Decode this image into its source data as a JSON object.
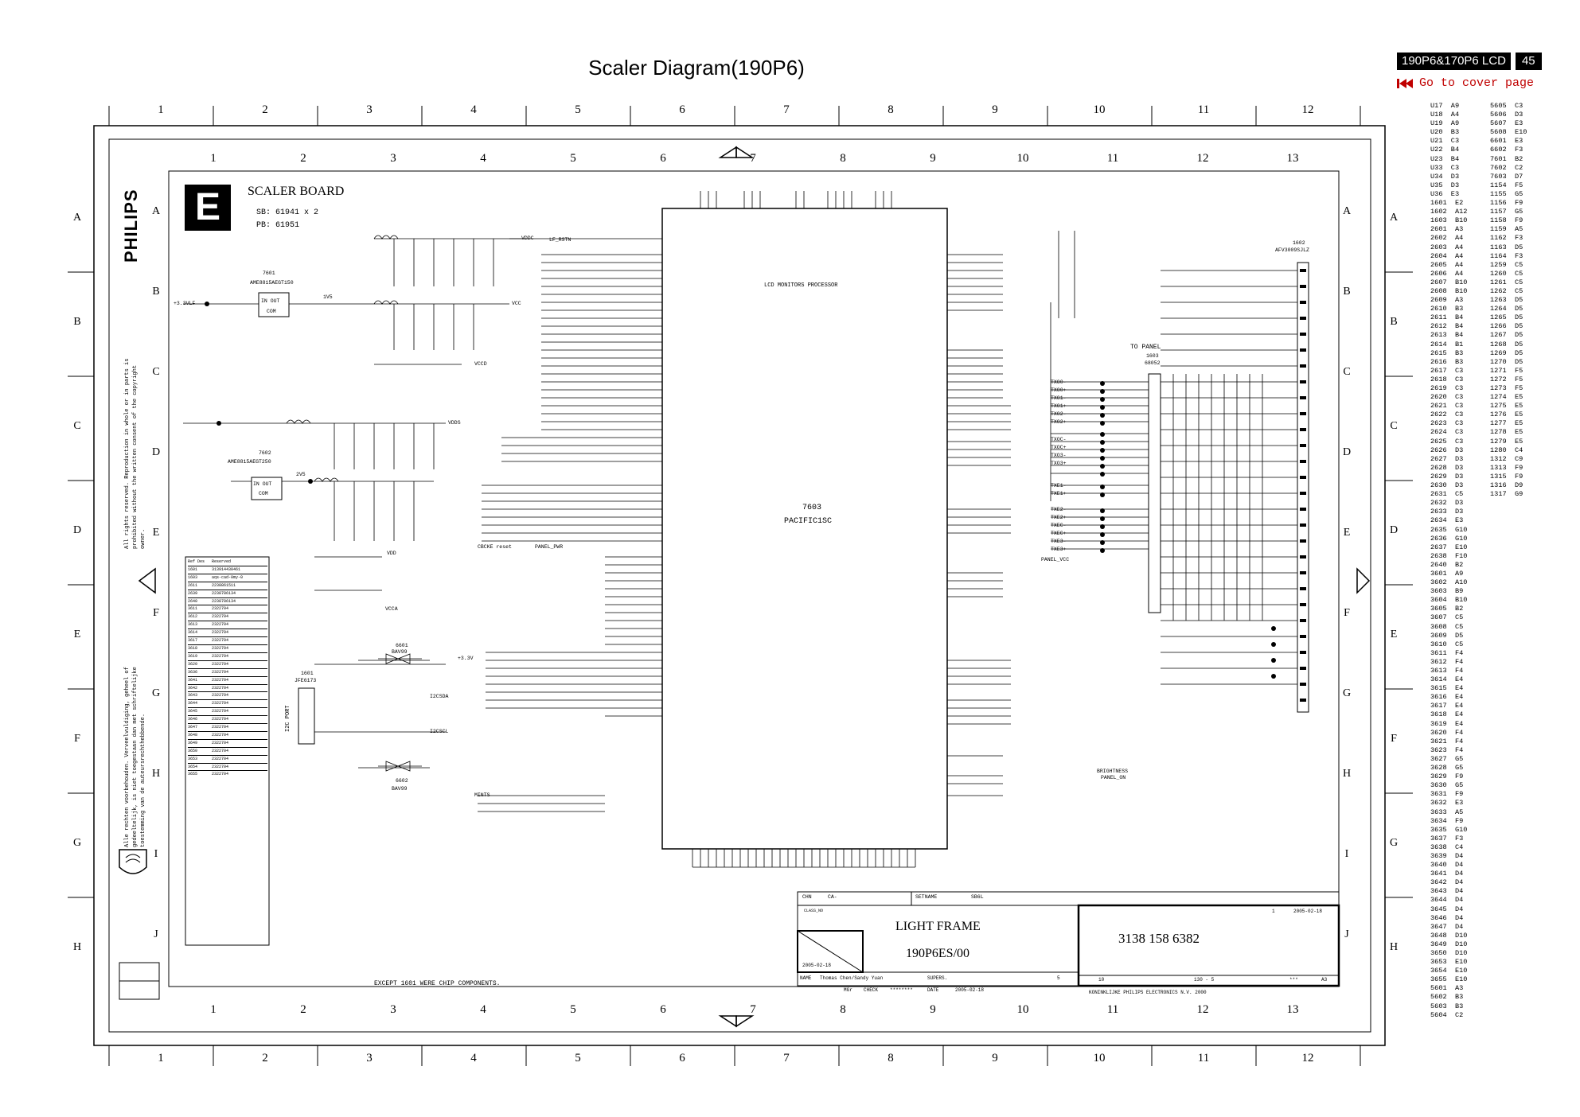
{
  "header": {
    "title": "Scaler Diagram(190P6)",
    "model_label": "190P6&170P6 LCD",
    "page_number": "45",
    "cover_link": "Go to cover page"
  },
  "grid": {
    "outer_numbers": [
      "1",
      "2",
      "3",
      "4",
      "5",
      "6",
      "7",
      "8",
      "9",
      "10",
      "11",
      "12"
    ],
    "inner_numbers": [
      "1",
      "2",
      "3",
      "4",
      "5",
      "6",
      "7",
      "8",
      "9",
      "10",
      "11",
      "12",
      "13"
    ],
    "outer_letters": [
      "A",
      "B",
      "C",
      "D",
      "E",
      "F",
      "G",
      "H"
    ],
    "inner_letters": [
      "A",
      "B",
      "C",
      "D",
      "E",
      "F",
      "G",
      "H",
      "I",
      "J"
    ]
  },
  "board": {
    "letter": "E",
    "name": "SCALER BOARD",
    "sb": "SB: 61941 x 2",
    "pb": "PB: 61951",
    "brand": "PHILIPS",
    "chip_note": "EXCEPT 1601  WERE CHIP COMPONENTS."
  },
  "copyright": {
    "en": "All rights reserved. Reproduction in whole or in parts is prohibited without the written consent of the copyright owner.",
    "nl": "Alle rechten voorbehouden. Verveelvuldiging, geheel of gedeeltelijk, is niet toegestaan dan met schriftelijke toestemming van de auteursrechthebbende."
  },
  "main_ic": {
    "ref": "7603",
    "part": "PACIFIC1SC",
    "function": "LCD MONITORS PROCESSOR"
  },
  "regulators": [
    {
      "ref": "7601",
      "part": "AME8815AEGT150",
      "pins": "IN   OUT",
      "com": "COM"
    },
    {
      "ref": "7602",
      "part": "AME8815AEGT250",
      "pins": "IN   OUT",
      "com": "COM"
    }
  ],
  "rails": [
    "+3.3VLF",
    "1V5",
    "VCC",
    "VCCD",
    "VDDS",
    "2V5",
    "VDD",
    "VCCA",
    "VDDC",
    "+3.3V",
    "PANEL_VCC"
  ],
  "connectors": {
    "panel": {
      "ref": "1603",
      "part": "68052",
      "label": "TO  PANEL"
    },
    "right": {
      "ref": "1602",
      "part": "AFV3009SJLZ"
    },
    "i2c": {
      "ref": "1601",
      "part": "JFE6173",
      "label": "I2C PORT"
    }
  },
  "diodes": [
    {
      "ref": "6601",
      "part": "BAV99"
    },
    {
      "ref": "6602",
      "part": "BAV99"
    }
  ],
  "signals": {
    "tx_a": [
      "TXO0-",
      "TXO0+",
      "TXO1-",
      "TXO1+",
      "TXO2-",
      "TXO2+"
    ],
    "tx_b": [
      "TXOC-",
      "TXOC+",
      "TXO3-",
      "TXO3+"
    ],
    "tx_c": [
      "TXE1-",
      "TXE1+"
    ],
    "tx_d": [
      "TXE2-",
      "TXE2+",
      "TXEC-",
      "TXEC+",
      "TXE3-",
      "TXE3+"
    ],
    "misc": [
      "I2CSDA",
      "I2CSCL",
      "MINTS",
      "BRIGHTNESS",
      "PANEL_ON",
      "CBCKE reset",
      "PANEL_PWR",
      "LF_RSTN"
    ]
  },
  "title_block": {
    "chn": "CHN",
    "ca": "CA-",
    "setname_label": "SETNAME",
    "setname_code": "SB6L",
    "class": "CLASS_NO",
    "frame": "LIGHT FRAME",
    "model": "190P6ES/00",
    "date": "2005-02-18",
    "name_label": "NAME",
    "names": "Thomas Chen/Sandy Yuan",
    "supers": "SUPERS.",
    "check": "CHECK",
    "check_value": "********",
    "date_label": "DATE",
    "date2": "2005-02-18",
    "drawing_number": "3138 158 6382",
    "sheet": "1",
    "sheet_date": "2005-02-18",
    "company": "KONINKLIJKE PHILIPS ELECTRONICS N.V. 2000",
    "size": "A3",
    "fold": "10",
    "scale": "130 - 5",
    "stars": "***",
    "five": "5",
    "mgr": "MGr"
  },
  "bom_table": {
    "header": [
      "Ref Des",
      "Reserved"
    ],
    "rows": [
      [
        "1601",
        "313914430461"
      ],
      [
        "1603",
        "aqs-cad-0my-0"
      ],
      [
        "2611",
        "2238861511"
      ],
      [
        "2639",
        "2238786134"
      ],
      [
        "2640",
        "2238786134"
      ],
      [
        "3611",
        "2322704"
      ],
      [
        "3612",
        "2322704"
      ],
      [
        "3613",
        "2322704"
      ],
      [
        "3614",
        "2322704"
      ],
      [
        "3617",
        "2322704"
      ],
      [
        "3618",
        "2322704"
      ],
      [
        "3619",
        "2322704"
      ],
      [
        "3620",
        "2322704"
      ],
      [
        "3636",
        "2322704"
      ],
      [
        "3641",
        "2322704"
      ],
      [
        "3642",
        "2322704"
      ],
      [
        "3643",
        "2322704"
      ],
      [
        "3644",
        "2322704"
      ],
      [
        "3645",
        "2322704"
      ],
      [
        "3646",
        "2322704"
      ],
      [
        "3647",
        "2322704"
      ],
      [
        "3648",
        "2322704"
      ],
      [
        "3649",
        "2322704"
      ],
      [
        "3650",
        "2322704"
      ],
      [
        "3653",
        "2322704"
      ],
      [
        "3654",
        "2322704"
      ],
      [
        "3655",
        "2322704"
      ]
    ]
  },
  "index": [
    [
      "U17  A9",
      "5605  C3"
    ],
    [
      "U18  A4",
      "5606  D3"
    ],
    [
      "U19  A9",
      "5607  E3"
    ],
    [
      "U20  B3",
      "5608  E10"
    ],
    [
      "U21  C3",
      "6601  E3"
    ],
    [
      "U22  B4",
      "6602  F3"
    ],
    [
      "U23  B4",
      "7601  B2"
    ],
    [
      "U33  C3",
      "7602  C2"
    ],
    [
      "U34  D3",
      "7603  D7"
    ],
    [
      "U35  D3",
      "1154  F5"
    ],
    [
      "U36  E3",
      "1155  G5"
    ],
    [
      "1601  E2",
      "1156  F9"
    ],
    [
      "1602  A12",
      "1157  G5"
    ],
    [
      "1603  B10",
      "1158  F9"
    ],
    [
      "2601  A3",
      "1159  A5"
    ],
    [
      "2602  A4",
      "1162  F3"
    ],
    [
      "2603  A4",
      "1163  D5"
    ],
    [
      "2604  A4",
      "1164  F3"
    ],
    [
      "2605  A4",
      "1259  C5"
    ],
    [
      "2606  A4",
      "1260  C5"
    ],
    [
      "2607  B10",
      "1261  C5"
    ],
    [
      "2608  B10",
      "1262  C5"
    ],
    [
      "2609  A3",
      "1263  D5"
    ],
    [
      "2610  B3",
      "1264  D5"
    ],
    [
      "2611  B4",
      "1265  D5"
    ],
    [
      "2612  B4",
      "1266  D5"
    ],
    [
      "2613  B4",
      "1267  D5"
    ],
    [
      "2614  B1",
      "1268  D5"
    ],
    [
      "2615  B3",
      "1269  D5"
    ],
    [
      "2616  B3",
      "1270  D5"
    ],
    [
      "2617  C3",
      "1271  F5"
    ],
    [
      "2618  C3",
      "1272  F5"
    ],
    [
      "2619  C3",
      "1273  F5"
    ],
    [
      "2620  C3",
      "1274  E5"
    ],
    [
      "2621  C3",
      "1275  E5"
    ],
    [
      "2622  C3",
      "1276  E5"
    ],
    [
      "2623  C3",
      "1277  E5"
    ],
    [
      "2624  C3",
      "1278  E5"
    ],
    [
      "2625  C3",
      "1279  E5"
    ],
    [
      "2626  D3",
      "1280  C4"
    ],
    [
      "2627  D3",
      "1312  C9"
    ],
    [
      "2628  D3",
      "1313  F9"
    ],
    [
      "2629  D3",
      "1315  F9"
    ],
    [
      "2630  D3",
      "1316  D9"
    ],
    [
      "2631  C5",
      "1317  G9"
    ],
    [
      "2632  D3",
      ""
    ],
    [
      "2633  D3",
      ""
    ],
    [
      "2634  E3",
      ""
    ],
    [
      "2635  G10",
      ""
    ],
    [
      "2636  G10",
      ""
    ],
    [
      "2637  E10",
      ""
    ],
    [
      "2638  F10",
      ""
    ],
    [
      "2640  B2",
      ""
    ],
    [
      "3601  A9",
      ""
    ],
    [
      "3602  A10",
      ""
    ],
    [
      "3603  B9",
      ""
    ],
    [
      "3604  B10",
      ""
    ],
    [
      "3605  B2",
      ""
    ],
    [
      "3607  C5",
      ""
    ],
    [
      "3608  C5",
      ""
    ],
    [
      "3609  D5",
      ""
    ],
    [
      "3610  C5",
      ""
    ],
    [
      "3611  F4",
      ""
    ],
    [
      "3612  F4",
      ""
    ],
    [
      "3613  F4",
      ""
    ],
    [
      "3614  E4",
      ""
    ],
    [
      "3615  E4",
      ""
    ],
    [
      "3616  E4",
      ""
    ],
    [
      "3617  E4",
      ""
    ],
    [
      "3618  E4",
      ""
    ],
    [
      "3619  E4",
      ""
    ],
    [
      "3620  F4",
      ""
    ],
    [
      "3621  F4",
      ""
    ],
    [
      "3623  F4",
      ""
    ],
    [
      "3627  G5",
      ""
    ],
    [
      "3628  G5",
      ""
    ],
    [
      "3629  F9",
      ""
    ],
    [
      "3630  G5",
      ""
    ],
    [
      "3631  F9",
      ""
    ],
    [
      "3632  E3",
      ""
    ],
    [
      "3633  A5",
      ""
    ],
    [
      "3634  F9",
      ""
    ],
    [
      "3635  G10",
      ""
    ],
    [
      "3637  F3",
      ""
    ],
    [
      "3638  C4",
      ""
    ],
    [
      "3639  D4",
      ""
    ],
    [
      "3640  D4",
      ""
    ],
    [
      "3641  D4",
      ""
    ],
    [
      "3642  D4",
      ""
    ],
    [
      "3643  D4",
      ""
    ],
    [
      "3644  D4",
      ""
    ],
    [
      "3645  D4",
      ""
    ],
    [
      "3646  D4",
      ""
    ],
    [
      "3647  D4",
      ""
    ],
    [
      "3648  D10",
      ""
    ],
    [
      "3649  D10",
      ""
    ],
    [
      "3650  D10",
      ""
    ],
    [
      "3653  E10",
      ""
    ],
    [
      "3654  E10",
      ""
    ],
    [
      "3655  E10",
      ""
    ],
    [
      "5601  A3",
      ""
    ],
    [
      "5602  B3",
      ""
    ],
    [
      "5603  B3",
      ""
    ],
    [
      "5604  C2",
      ""
    ]
  ],
  "colors": {
    "accent_link": "#c00000",
    "ink": "#000000"
  },
  "icons": [
    "skip-to-start-icon",
    "philips-shield-icon",
    "alignment-arrow-icon"
  ]
}
